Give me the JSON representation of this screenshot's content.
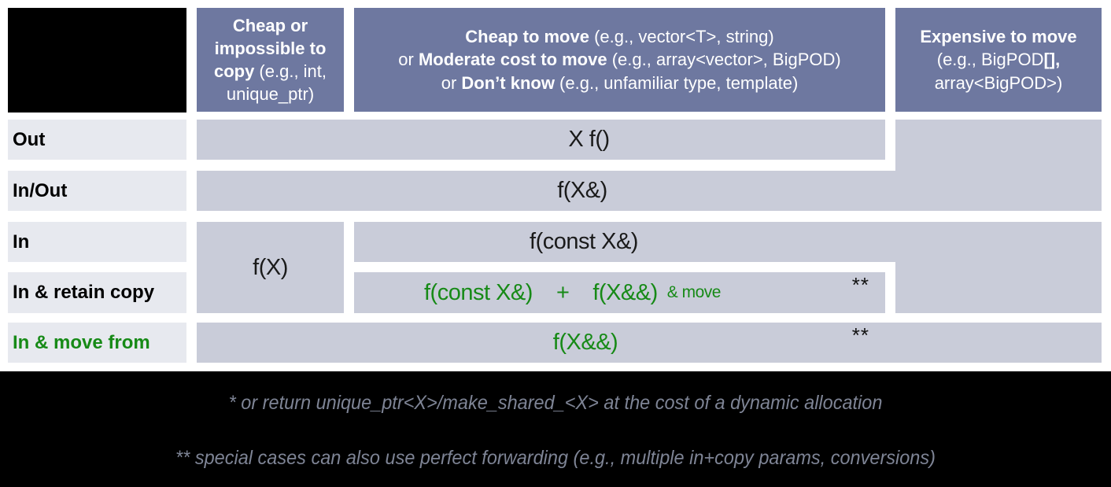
{
  "table": {
    "column_headers": {
      "col1": {
        "bold": "Cheap or impossible to copy",
        "rest": " (e.g., int, unique_ptr)"
      },
      "col2": {
        "line1": {
          "bold": "Cheap to move",
          "rest": " (e.g., vector<T>, string)"
        },
        "line2": {
          "prefix": "or ",
          "bold": "Moderate cost to move",
          "rest": " (e.g., array<vector>, BigPOD)"
        },
        "line3": {
          "prefix": "or ",
          "bold": "Don’t know",
          "rest": " (e.g., unfamiliar type, template)"
        }
      },
      "col3": {
        "line1": {
          "bold": "Expensive to move"
        },
        "line2": {
          "rest": "(e.g., BigPOD",
          "bold": "[],"
        },
        "line3": {
          "rest": "array<BigPOD>)"
        }
      }
    },
    "row_labels": {
      "out": "Out",
      "inout": "In/Out",
      "in": "In",
      "retain": "In & retain copy",
      "movefrom": "In & move from"
    },
    "cells": {
      "out_code": "X f()",
      "inout_code": "f(X&)",
      "in_byvalue_code": "f(X)",
      "in_constref_code": "f(const X&)",
      "retain": {
        "constref": "f(const X&)",
        "plus": "+",
        "rvref": "f(X&&)",
        "and_move": "& move",
        "marker": "**"
      },
      "movefrom": {
        "code": "f(X&&)",
        "marker": "**"
      }
    }
  },
  "footnotes": {
    "line1": "* or return unique_ptr<X>/make_shared_<X> at the cost of a dynamic allocation",
    "line2": "** special cases can also use perfect forwarding (e.g., multiple in+copy params, conversions)"
  },
  "colors": {
    "header_bg": "#6e78a0",
    "cell_bg": "#c9ccd9",
    "row_label_bg": "#e7e9ef",
    "accent_green": "#178a17",
    "footnote_text": "#7e8495",
    "footer_bg": "#000000"
  }
}
